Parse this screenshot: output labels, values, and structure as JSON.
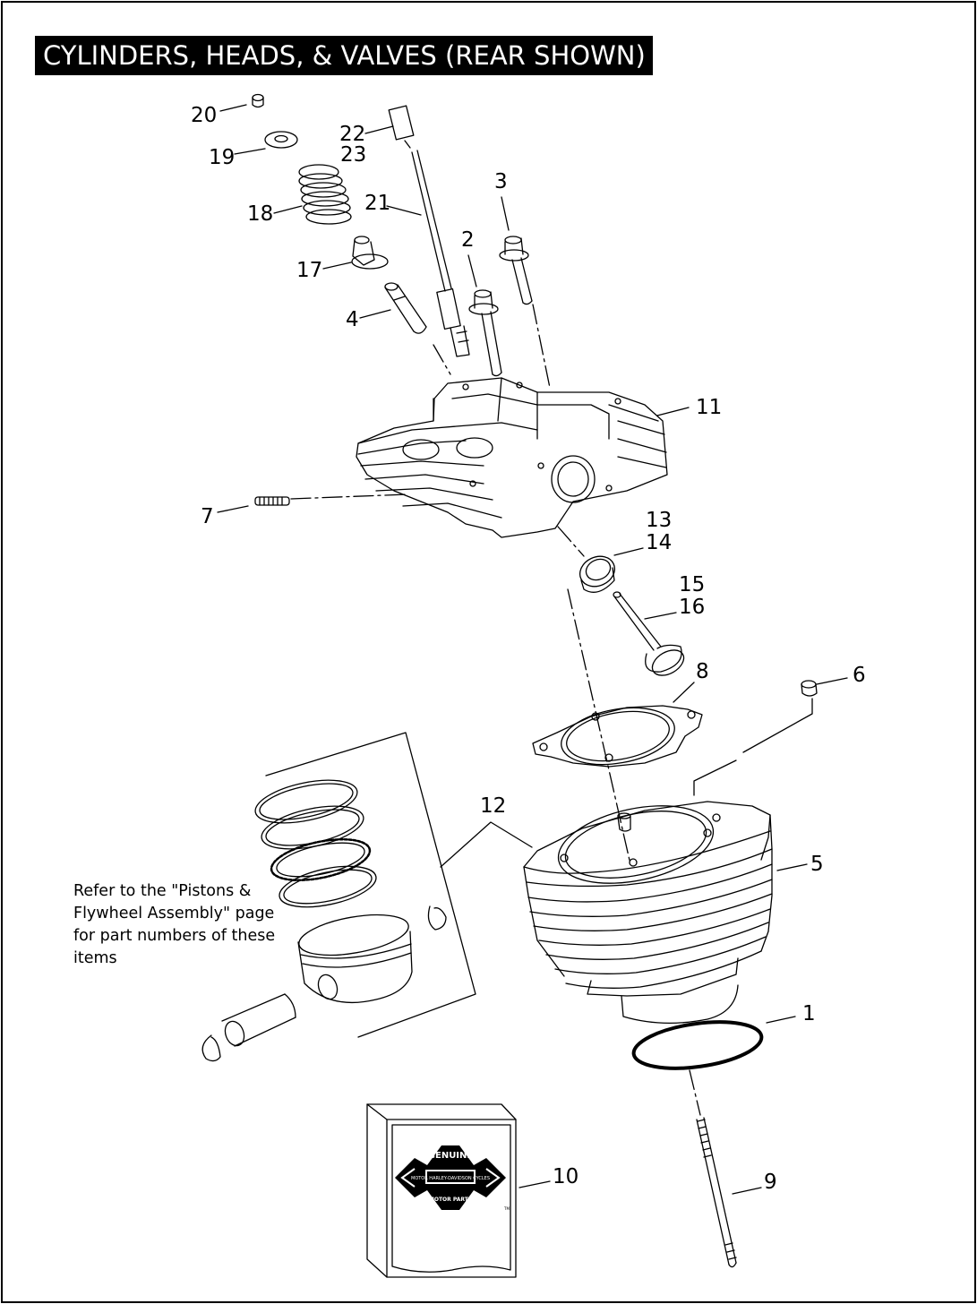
{
  "title": "CYLINDERS, HEADS, & VALVES (REAR SHOWN)",
  "note": "Refer to the \"Pistons & Flywheel Assembly\" page for part numbers of these items",
  "callouts": {
    "c1": "1",
    "c2": "2",
    "c3": "3",
    "c4": "4",
    "c5": "5",
    "c6": "6",
    "c7": "7",
    "c8": "8",
    "c9": "9",
    "c10": "10",
    "c11": "11",
    "c12": "12",
    "c13": "13",
    "c14": "14",
    "c15": "15",
    "c16": "16",
    "c17": "17",
    "c18": "18",
    "c19": "19",
    "c20": "20",
    "c21": "21",
    "c22": "22",
    "c23": "23"
  },
  "logo": {
    "top_text": "GENUINE",
    "ribbon_text": "MOTOR HARLEY-DAVIDSON CYCLES",
    "bottom_text": "MOTOR PARTS",
    "mark": "TM"
  }
}
